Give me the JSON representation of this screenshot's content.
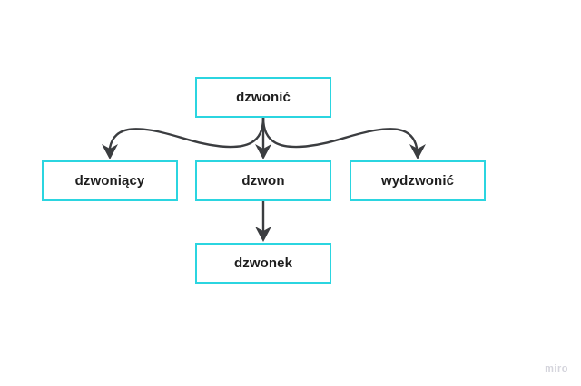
{
  "diagram": {
    "title_node": "dzwonić",
    "nodes": [
      {
        "id": "dzwonic",
        "label": "dzwonić"
      },
      {
        "id": "dzwoniacy",
        "label": "dzwoniący"
      },
      {
        "id": "dzwon",
        "label": "dzwon"
      },
      {
        "id": "wydzwonic",
        "label": "wydzwonić"
      },
      {
        "id": "dzwonek",
        "label": "dzwonek"
      }
    ],
    "edges": [
      {
        "from": "dzwonic",
        "to": "dzwoniacy"
      },
      {
        "from": "dzwonic",
        "to": "dzwon"
      },
      {
        "from": "dzwonic",
        "to": "wydzwonic"
      },
      {
        "from": "dzwon",
        "to": "dzwonek"
      }
    ],
    "colors": {
      "node_border": "#2bd5e0",
      "node_fill": "#ffffff",
      "node_text": "#1d1d1d",
      "arrow": "#3b3d40",
      "background": "#ffffff",
      "watermark_text": "#d4d4dc"
    },
    "watermark": "miro"
  }
}
